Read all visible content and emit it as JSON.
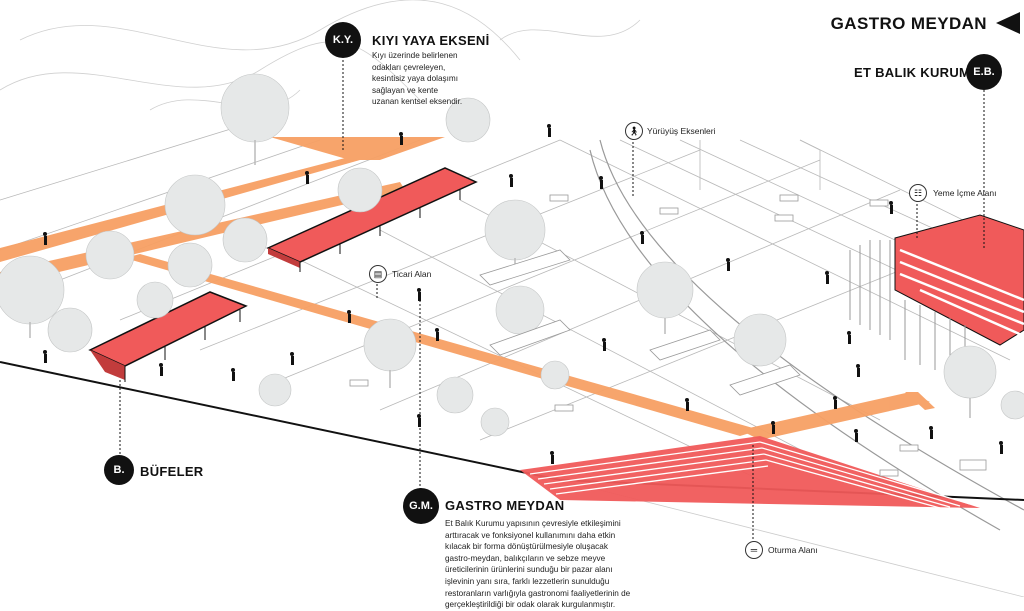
{
  "header": {
    "title": "GASTRO MEYDAN"
  },
  "callouts": {
    "ky": {
      "badge": "K.Y.",
      "title": "KIYI YAYA EKSENİ",
      "lines": [
        "Kıyı üzerinde belirlenen",
        "odakları çevreleyen,",
        "kesintisiz yaya dolaşımı",
        "sağlayan ve kente",
        "uzanan kentsel eksendir."
      ]
    },
    "eb": {
      "badge": "E.B.",
      "title": "ET BALIK KURUMU"
    },
    "b": {
      "badge": "B.",
      "title": "BÜFELER"
    },
    "gm": {
      "badge": "G.M.",
      "title": "GASTRO MEYDAN",
      "lines": [
        "Et Balık Kurumu yapısının çevresiyle etkileşimini",
        "arttıracak ve fonksiyonel kullanımını daha etkin",
        "kılacak bir forma dönüştürülmesiyle oluşacak",
        "gastro-meydan, balıkçıların ve sebze meyve",
        "üreticilerinin ürünlerini sunduğu bir pazar alanı",
        "işlevinin yanı sıra, farklı lezzetlerin sunulduğu",
        "restoranların varlığıyla gastronomi faaliyetlerinin de",
        "gerçekleştirildiği bir odak olarak kurgulanmıştır."
      ]
    }
  },
  "labels": {
    "yuruyus": "Yürüyüş Eksenleri",
    "yeme": "Yeme İçme Alanı",
    "ticari": "Ticari Alan",
    "oturma": "Oturma Alanı"
  },
  "colors": {
    "accent_red": "#f05a5a",
    "path_orange": "#f7a064",
    "ink": "#111111"
  }
}
